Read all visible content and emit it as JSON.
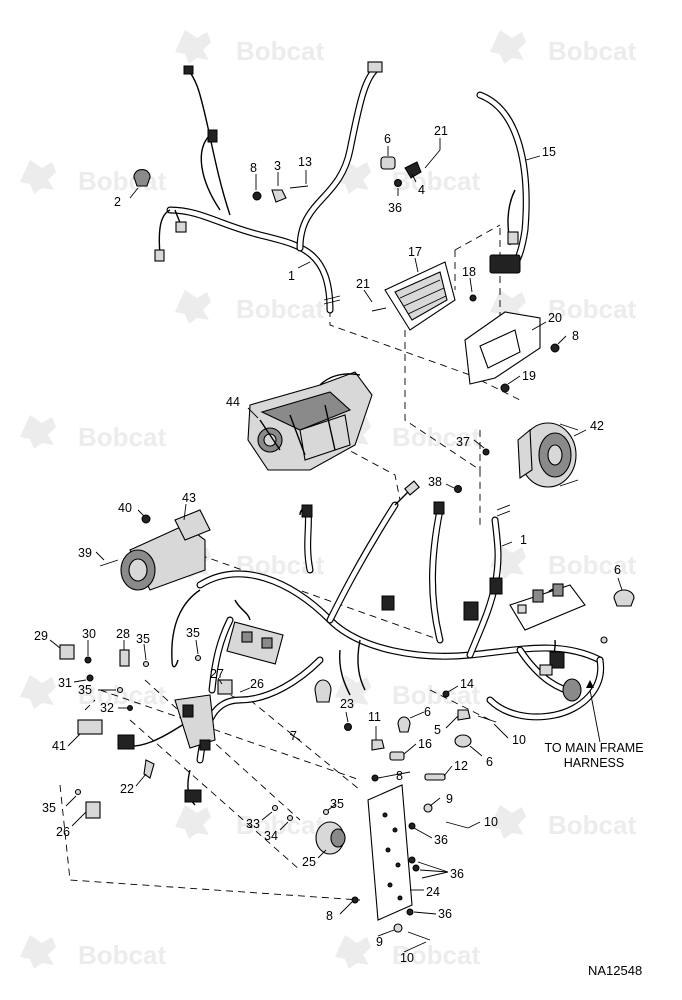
{
  "watermark": {
    "text": "Bobcat"
  },
  "figure_id": "NA12548",
  "note": {
    "line1": "TO MAIN FRAME",
    "line2": "HARNESS"
  },
  "callouts": {
    "c1a": "1",
    "c1b": "1",
    "c2": "2",
    "c3": "3",
    "c4": "4",
    "c5": "5",
    "c6a": "6",
    "c6b": "6",
    "c6c": "6",
    "c6d": "6",
    "c7": "7",
    "c8a": "8",
    "c8b": "8",
    "c8c": "8",
    "c8d": "8",
    "c9a": "9",
    "c9b": "9",
    "c10a": "10",
    "c10b": "10",
    "c10c": "10",
    "c11": "11",
    "c12": "12",
    "c13": "13",
    "c14": "14",
    "c15": "15",
    "c16": "16",
    "c17": "17",
    "c18": "18",
    "c19": "19",
    "c20": "20",
    "c21a": "21",
    "c21b": "21",
    "c22": "22",
    "c23": "23",
    "c24": "24",
    "c25": "25",
    "c26a": "26",
    "c26b": "26",
    "c27": "27",
    "c28": "28",
    "c29": "29",
    "c30": "30",
    "c31": "31",
    "c32": "32",
    "c33": "33",
    "c34": "34",
    "c35a": "35",
    "c35b": "35",
    "c35c": "35",
    "c35d": "35",
    "c35e": "35",
    "c36a": "36",
    "c36b": "36",
    "c36c": "36",
    "c36d": "36",
    "c37": "37",
    "c38": "38",
    "c39": "39",
    "c40": "40",
    "c41": "41",
    "c42": "42",
    "c43": "43",
    "c44": "44"
  }
}
